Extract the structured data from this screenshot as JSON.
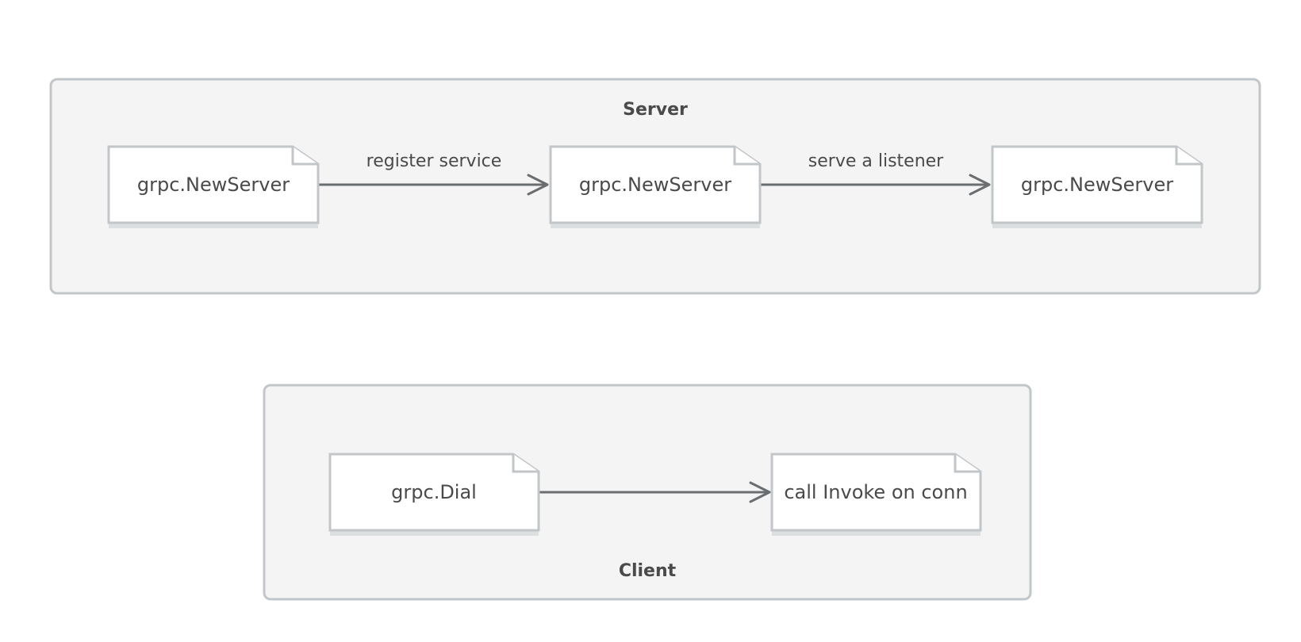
{
  "groups": [
    {
      "id": "server",
      "title": "Server"
    },
    {
      "id": "client",
      "title": "Client"
    }
  ],
  "nodes": [
    {
      "id": "s1",
      "label": "grpc.NewServer"
    },
    {
      "id": "s2",
      "label": "grpc.NewServer"
    },
    {
      "id": "s3",
      "label": "grpc.NewServer"
    },
    {
      "id": "c1",
      "label": "grpc.Dial"
    },
    {
      "id": "c2",
      "label": "call Invoke on conn"
    }
  ],
  "edges": [
    {
      "from": "s1",
      "to": "s2",
      "label": "register service"
    },
    {
      "from": "s2",
      "to": "s3",
      "label": "serve a listener"
    },
    {
      "from": "c1",
      "to": "c2",
      "label": ""
    }
  ],
  "colors": {
    "group_fill": "#f4f4f4",
    "border": "#c2c6c8",
    "arrow": "#6b6e70",
    "text": "#4a4a4a"
  }
}
